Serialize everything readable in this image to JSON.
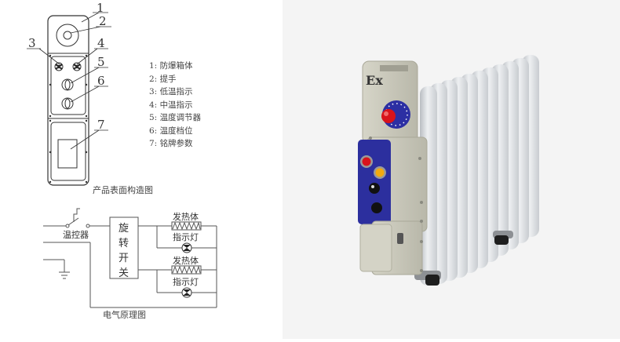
{
  "structure_diagram": {
    "callouts": [
      "1",
      "2",
      "3",
      "4",
      "5",
      "6",
      "7"
    ],
    "caption": "产品表面构造图"
  },
  "legend": {
    "items": [
      {
        "num": "1:",
        "label": "防爆箱体"
      },
      {
        "num": "2:",
        "label": "提手"
      },
      {
        "num": "3:",
        "label": "低温指示"
      },
      {
        "num": "4:",
        "label": "中温指示"
      },
      {
        "num": "5:",
        "label": "温度调节器"
      },
      {
        "num": "6:",
        "label": "温度档位"
      },
      {
        "num": "7:",
        "label": "铭牌参数"
      }
    ]
  },
  "circuit_diagram": {
    "thermostat_label": "温控器",
    "rotary_switch_chars": [
      "旋",
      "转",
      "开",
      "关"
    ],
    "heater_label": "发热体",
    "indicator_label": "指示灯",
    "caption": "电气原理图"
  },
  "product_photo": {
    "ex_mark": "Ex",
    "colors": {
      "housing": "#c9c8bb",
      "fins": "#e6e8ea",
      "panel_blue": "#2c2f9e",
      "knob_red": "#d8131b",
      "lamp_yellow": "#f2a90f"
    }
  }
}
